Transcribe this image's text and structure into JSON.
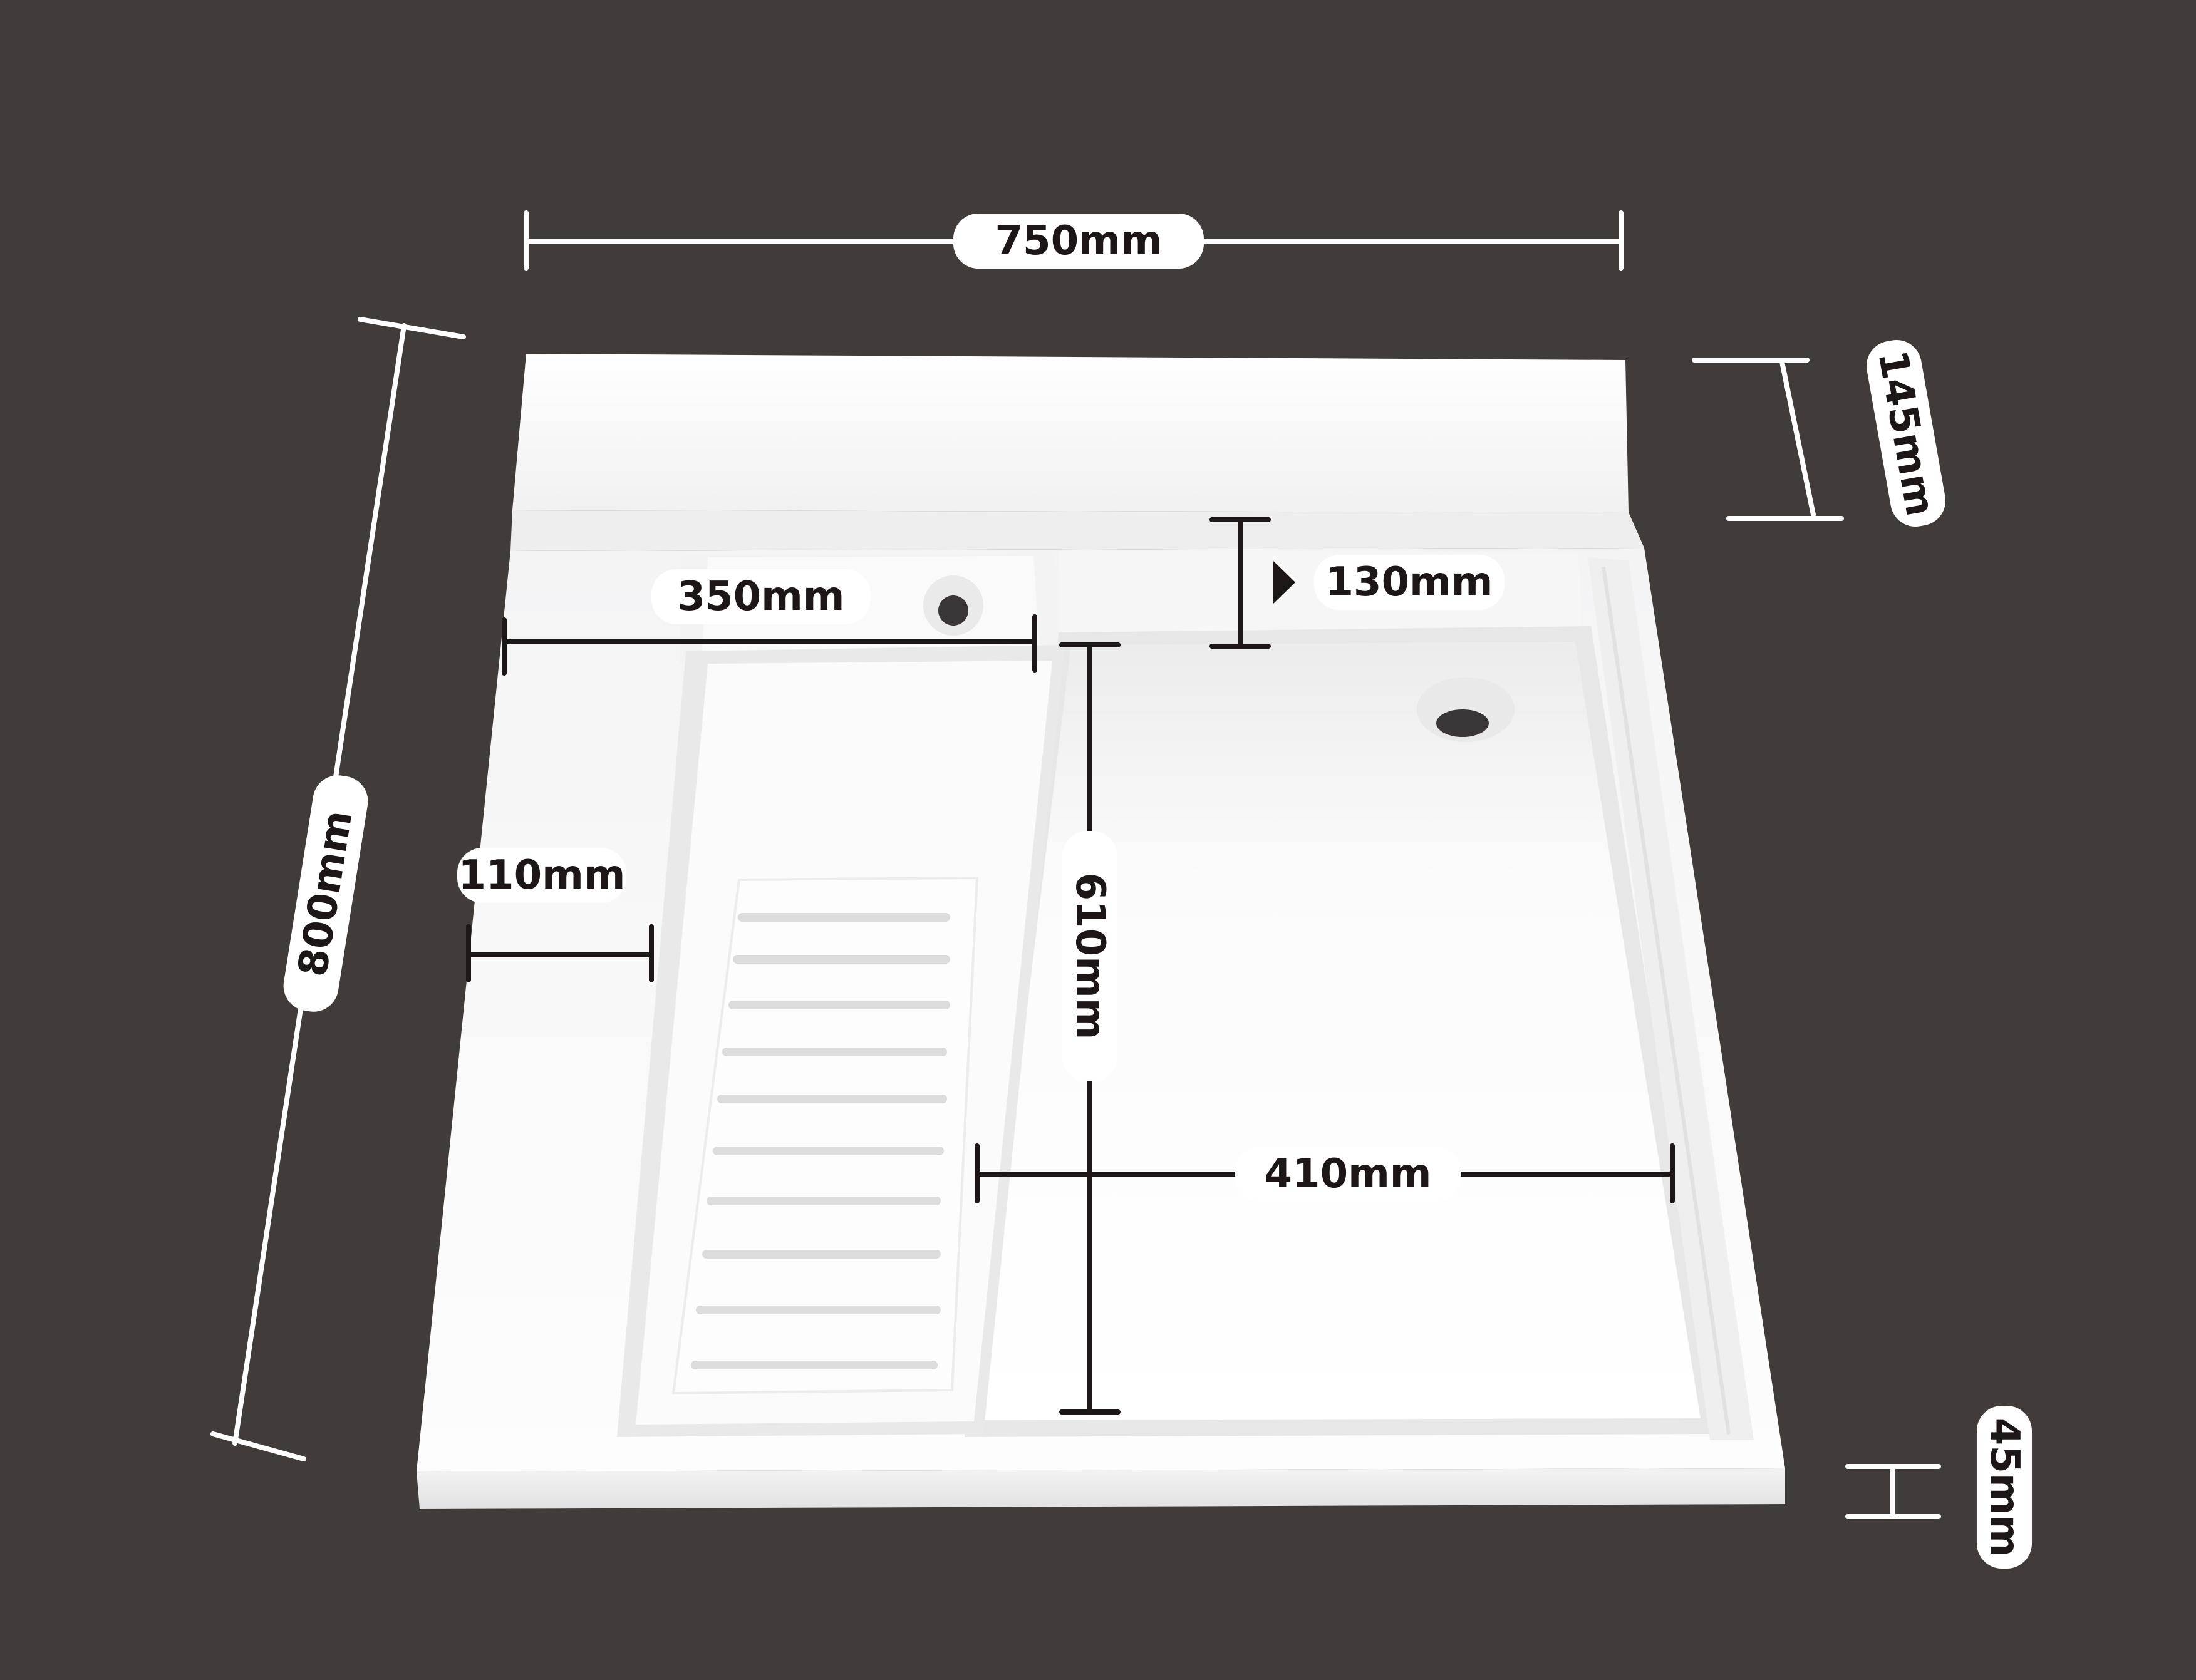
{
  "colors": {
    "background": "#413c3a",
    "sink_white": "#ffffff",
    "sink_shadow": "#e9e9ea",
    "dim_line_light": "#ffffff",
    "dim_line_dark": "#1c1616",
    "label_text": "#1c1616"
  },
  "dimensions": {
    "overall_width": "750mm",
    "overall_depth": "800mm",
    "back_height": "145mm",
    "front_height": "45mm",
    "shelf_depth": "130mm",
    "washboard_width": "350mm",
    "left_rim": "110mm",
    "basin_depth": "610mm",
    "basin_width": "410mm"
  }
}
